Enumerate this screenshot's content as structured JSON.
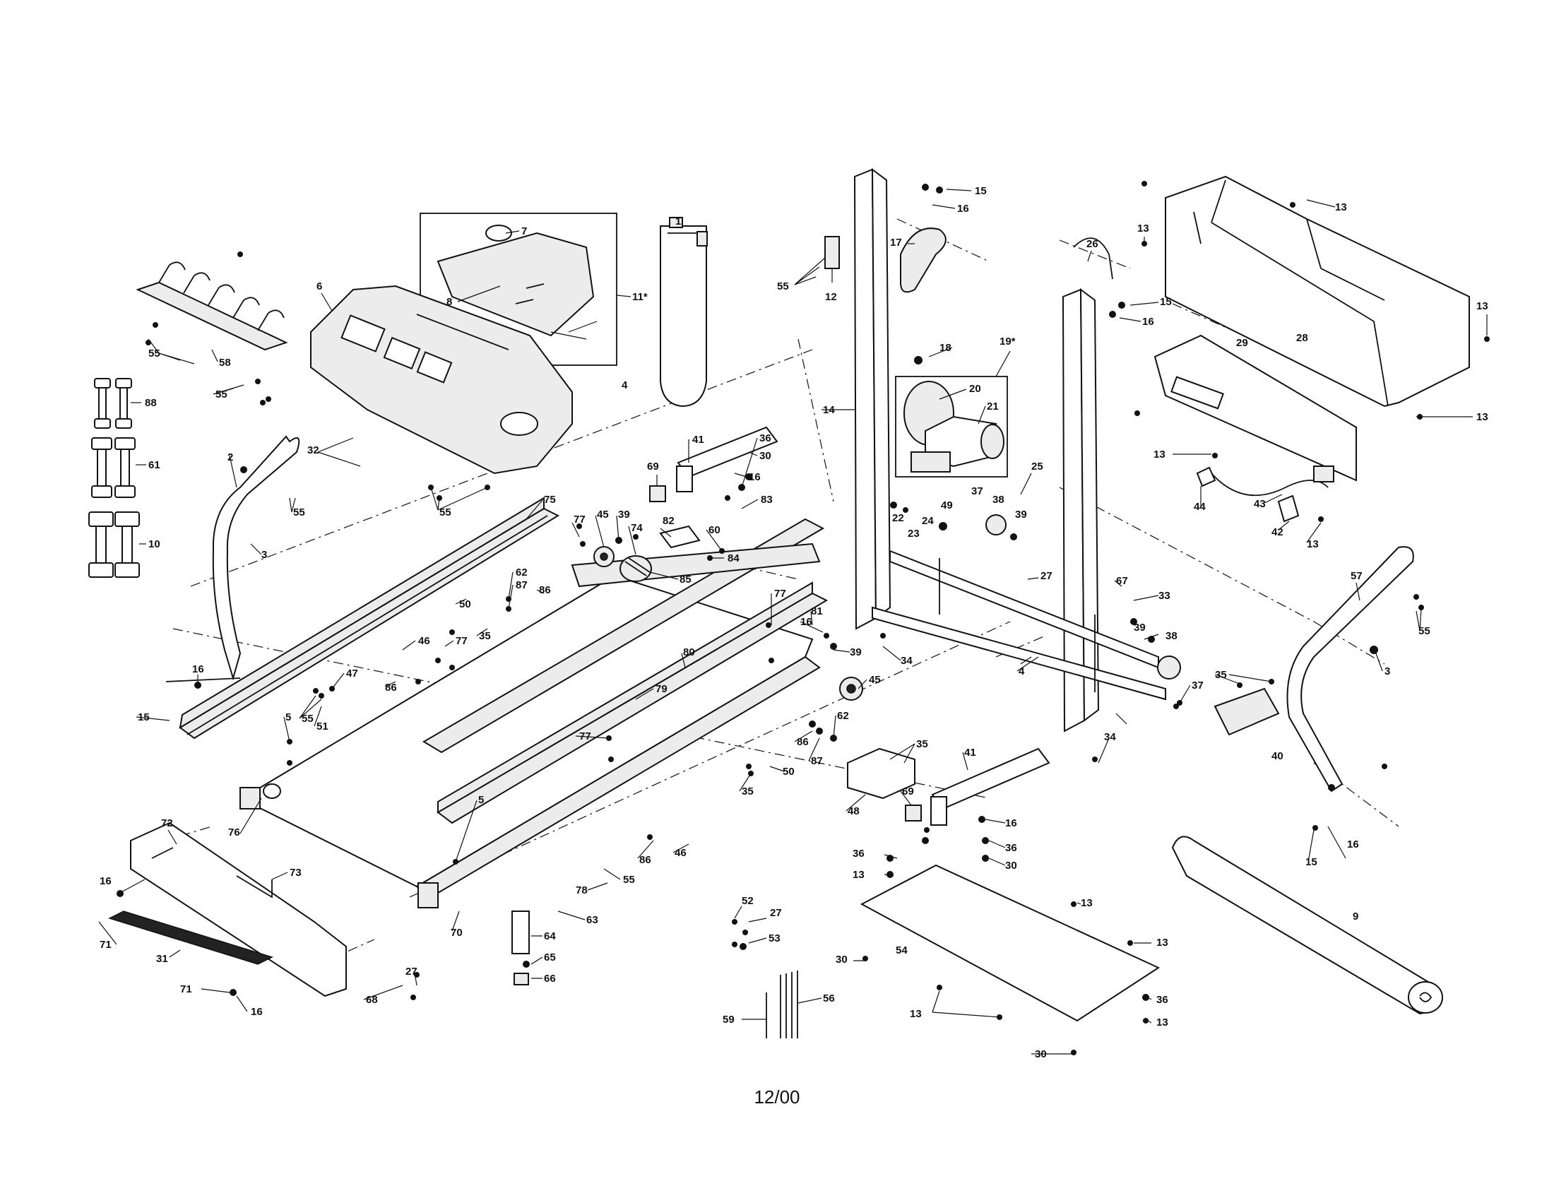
{
  "footer": {
    "date_code": "12/00"
  },
  "callouts": [
    "1",
    "2",
    "3",
    "4",
    "5",
    "6",
    "7",
    "8",
    "9",
    "10",
    "11*",
    "12",
    "13",
    "14",
    "15",
    "16",
    "17",
    "18",
    "19*",
    "20",
    "21",
    "22",
    "23",
    "24",
    "25",
    "26",
    "27",
    "28",
    "29",
    "30",
    "31",
    "32",
    "33",
    "34",
    "35",
    "36",
    "37",
    "38",
    "39",
    "40",
    "41",
    "42",
    "43",
    "44",
    "45",
    "46",
    "47",
    "48",
    "49",
    "50",
    "51",
    "52",
    "53",
    "54",
    "55",
    "56",
    "57",
    "58",
    "59",
    "60",
    "61",
    "62",
    "63",
    "64",
    "65",
    "66",
    "67",
    "68",
    "69",
    "70",
    "71",
    "72",
    "73",
    "74",
    "75",
    "76",
    "77",
    "78",
    "79",
    "80",
    "81",
    "82",
    "83",
    "84",
    "85",
    "86",
    "87",
    "88"
  ]
}
